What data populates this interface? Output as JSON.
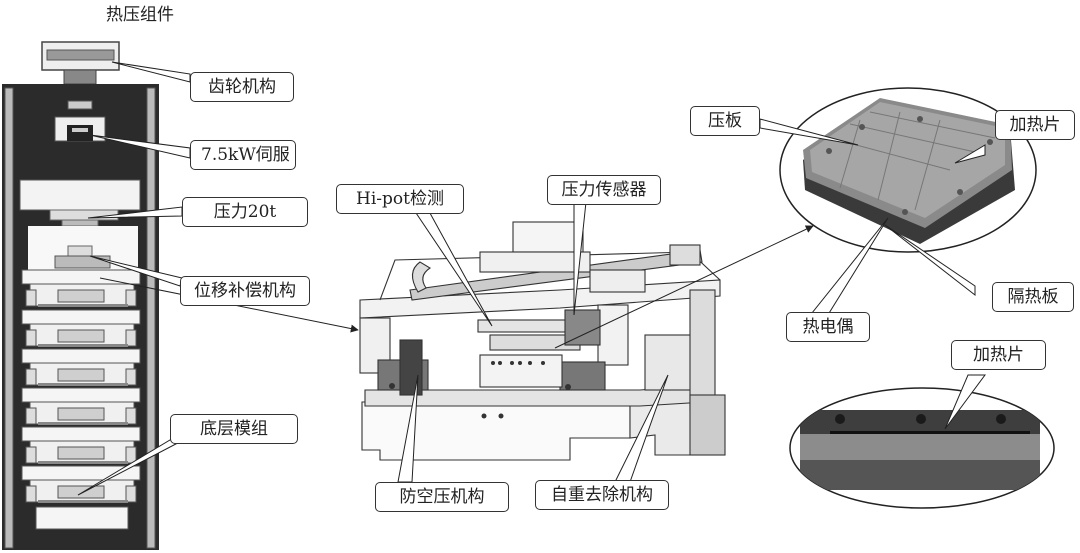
{
  "title": "热压组件",
  "labels": {
    "gear": "齿轮机构",
    "servo": "7.5kW伺服",
    "pressure": "压力20t",
    "displacement": "位移补偿机构",
    "bottom_module": "底层模组",
    "hipot": "Hi-pot检测",
    "pressure_sensor": "压力传感器",
    "anti_air": "防空压机构",
    "self_weight": "自重去除机构",
    "press_plate": "压板",
    "heater_top": "加热片",
    "insulation": "隔热板",
    "thermocouple": "热电偶",
    "heater_bottom": "加热片"
  },
  "colors": {
    "frame_dark": "#2b2b2b",
    "line": "#222222",
    "plate_dark": "#3a3a3a",
    "plate_mid": "#6a6a6a",
    "plate_light": "#9a9a9a"
  }
}
